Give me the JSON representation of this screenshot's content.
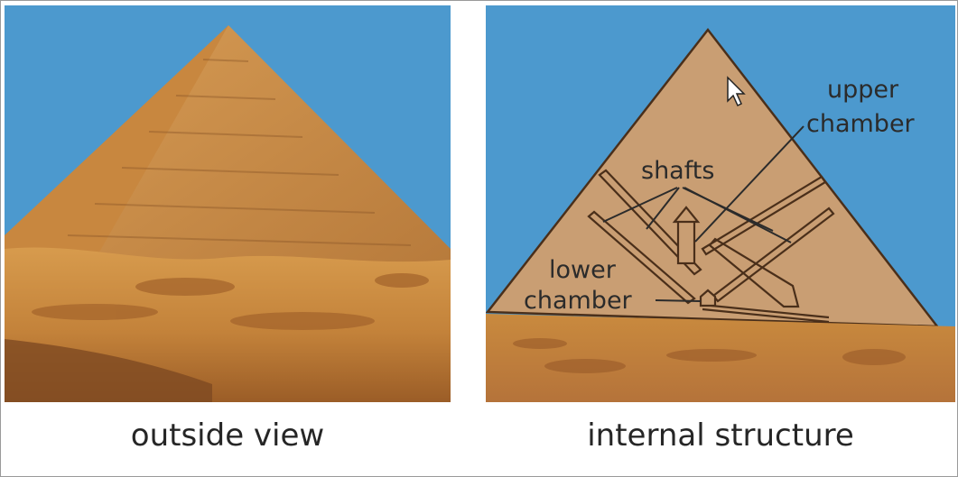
{
  "captions": {
    "left": "outside view",
    "right": "internal structure"
  },
  "labels": {
    "upper_chamber_line1": "upper",
    "upper_chamber_line2": "chamber",
    "shafts": "shafts",
    "lower_chamber_line1": "lower",
    "lower_chamber_line2": "chamber"
  },
  "colors": {
    "sky": "#4c99ce",
    "pyramid_face": "#c48a47",
    "pyramid_shadow": "#b8773a",
    "sand": "#c98a3e",
    "sand_dark": "#9a5a24",
    "diagram_fill": "#c99e73",
    "outline": "#4a2f1a"
  }
}
